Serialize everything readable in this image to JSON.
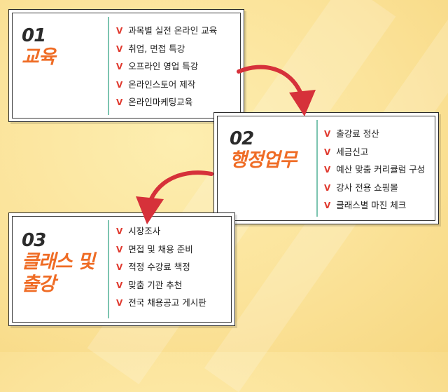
{
  "sections": [
    {
      "number": "01",
      "title_lines": [
        "교육"
      ],
      "items": [
        "과목별 실전 온라인 교육",
        "취업, 면접 특강",
        "오프라인 영업 특강",
        "온라인스토어 제작",
        "온라인마케팅교육"
      ]
    },
    {
      "number": "02",
      "title_lines": [
        "행정업무"
      ],
      "items": [
        "출강료 정산",
        "세금신고",
        "예산 맞춤 커리큘럼 구성",
        "강사 전용 쇼핑몰",
        "클래스별 마진 체크"
      ]
    },
    {
      "number": "03",
      "title_lines": [
        "클래스 및",
        "출강"
      ],
      "items": [
        "시장조사",
        "면접 및 채용 준비",
        "적정 수강료 책정",
        "맞춤 기관 추천",
        "전국 채용공고 게시판"
      ]
    }
  ],
  "bullet": "V",
  "colors": {
    "accent_orange": "#ef6c25",
    "check_red": "#e03a2f",
    "divider_teal": "#7cc4b0",
    "arrow_red": "#d6313a",
    "background": "#fbe39a"
  }
}
